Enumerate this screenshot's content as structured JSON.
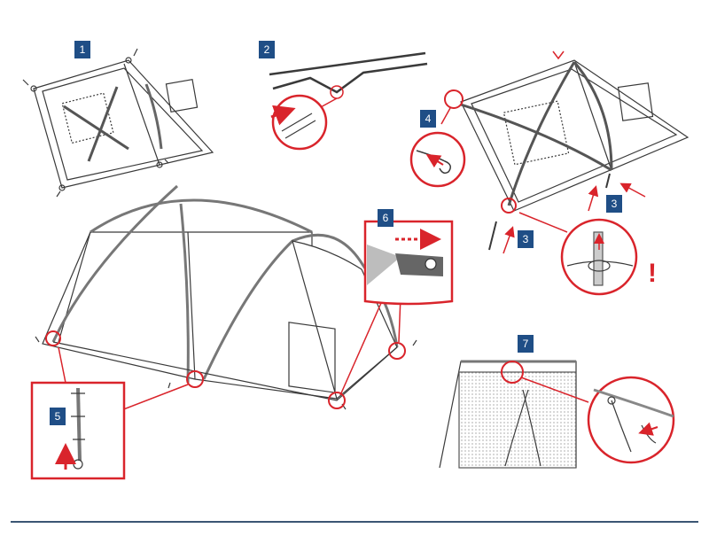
{
  "steps": [
    {
      "label": "1"
    },
    {
      "label": "2"
    },
    {
      "label": "3"
    },
    {
      "label": "3"
    },
    {
      "label": "4"
    },
    {
      "label": "5"
    },
    {
      "label": "6"
    },
    {
      "label": "7"
    }
  ],
  "warning": {
    "symbol": "!"
  },
  "colors": {
    "badge": "#1f4e86",
    "accent": "#d9242b",
    "line": "#3a3a3a",
    "shade": "#d8d8d8",
    "rule": "#3b5674"
  }
}
